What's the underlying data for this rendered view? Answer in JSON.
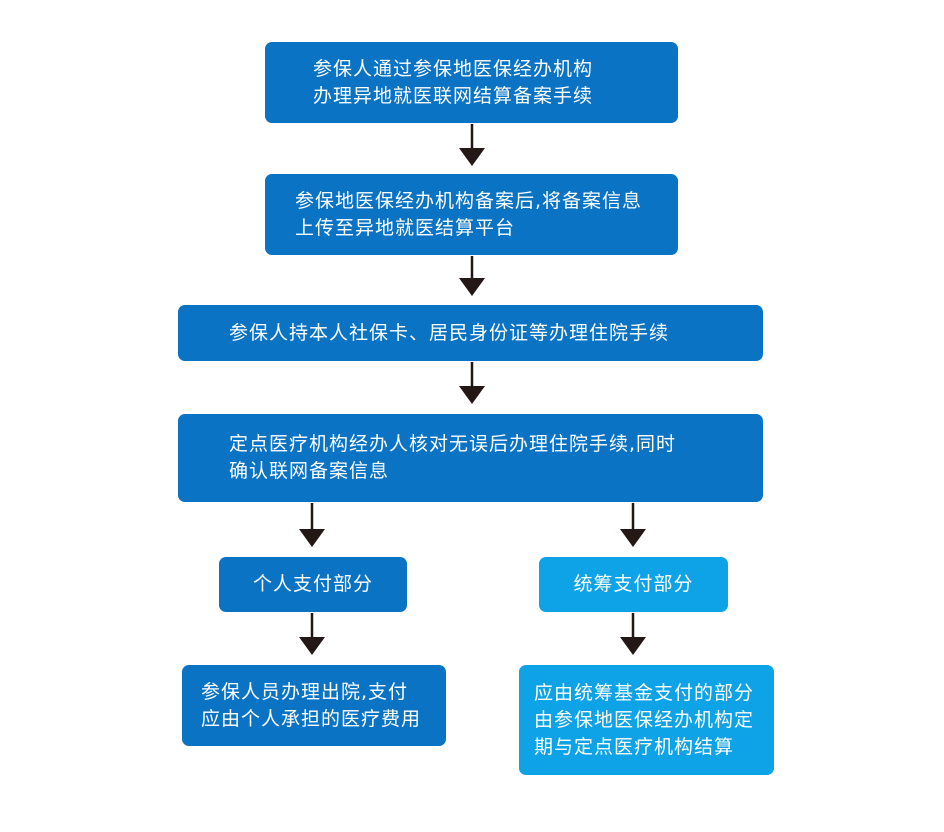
{
  "colors": {
    "box_dark": "#0a73c4",
    "box_light": "#0ea2e6",
    "arrow": "#231815",
    "text": "#ffffff"
  },
  "steps": [
    {
      "lines": [
        "参保人通过参保地医保经办机构",
        "办理异地就医联网结算备案手续"
      ]
    },
    {
      "lines": [
        "参保地医保经办机构备案后,将备案信息",
        "上传至异地就医结算平台"
      ]
    },
    {
      "lines": [
        "参保人持本人社保卡、居民身份证等办理住院手续"
      ]
    },
    {
      "lines": [
        "定点医疗机构经办人核对无误后办理住院手续,同时",
        "确认联网备案信息"
      ]
    }
  ],
  "branches": {
    "left": {
      "title": "个人支付部分",
      "detail": [
        "参保人员办理出院,支付",
        "应由个人承担的医疗费用"
      ]
    },
    "right": {
      "title": "统筹支付部分",
      "detail": [
        "应由统筹基金支付的部分",
        "由参保地医保经办机构定",
        "期与定点医疗机构结算"
      ]
    }
  }
}
